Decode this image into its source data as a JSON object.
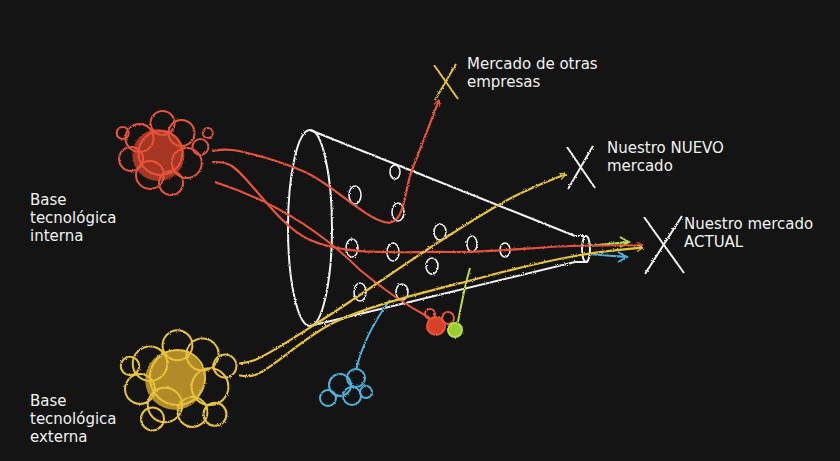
{
  "diagram": {
    "nodes": [
      {
        "text": [
          "Base tecnológica interna"
        ]
      },
      {
        "text": [
          "Base tecnológica externa"
        ]
      },
      {
        "text": [
          "Mercado de otras empresas"
        ]
      },
      {
        "text": [
          "Nuestro NUEVO mercado"
        ]
      },
      {
        "text": [
          "Nuestro mercado ACTUAL"
        ]
      }
    ],
    "edges": [
      {
        "from": 0,
        "to": 2,
        "arrow": "to"
      },
      {
        "from": 0,
        "to": 4,
        "arrow": "to"
      },
      {
        "from": 1,
        "to": 3,
        "arrow": "to"
      },
      {
        "from": 1,
        "to": 4,
        "arrow": "to"
      }
    ]
  }
}
